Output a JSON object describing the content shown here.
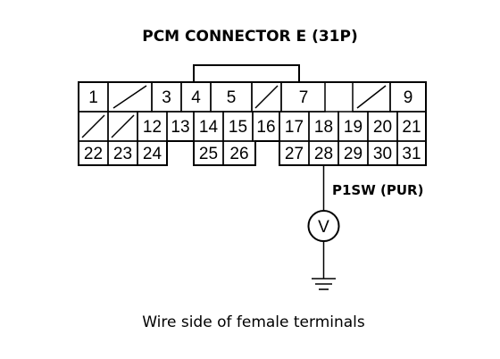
{
  "title": "PCM CONNECTOR E (31P)",
  "connector": {
    "row1": [
      {
        "pin": "1"
      },
      {
        "pin": ""
      },
      {
        "pin": "3"
      },
      {
        "pin": "4"
      },
      {
        "pin": "5"
      },
      {
        "pin": ""
      },
      {
        "pin": "7"
      },
      {
        "pin": ""
      },
      {
        "pin": "9"
      }
    ],
    "row2": [
      {
        "pin": ""
      },
      {
        "pin": ""
      },
      {
        "pin": "12"
      },
      {
        "pin": "13"
      },
      {
        "pin": "14"
      },
      {
        "pin": "15"
      },
      {
        "pin": "16"
      },
      {
        "pin": "17"
      },
      {
        "pin": "18"
      },
      {
        "pin": "19"
      },
      {
        "pin": "20"
      },
      {
        "pin": "21"
      }
    ],
    "row3": [
      {
        "pin": "22"
      },
      {
        "pin": "23"
      },
      {
        "pin": "24"
      },
      {
        "pin": "25"
      },
      {
        "pin": "26"
      },
      {
        "pin": "27"
      },
      {
        "pin": "28"
      },
      {
        "pin": "29"
      },
      {
        "pin": "30"
      },
      {
        "pin": "31"
      }
    ]
  },
  "wire_label": "P1SW (PUR)",
  "meter_symbol": "V",
  "caption": "Wire side of female terminals"
}
